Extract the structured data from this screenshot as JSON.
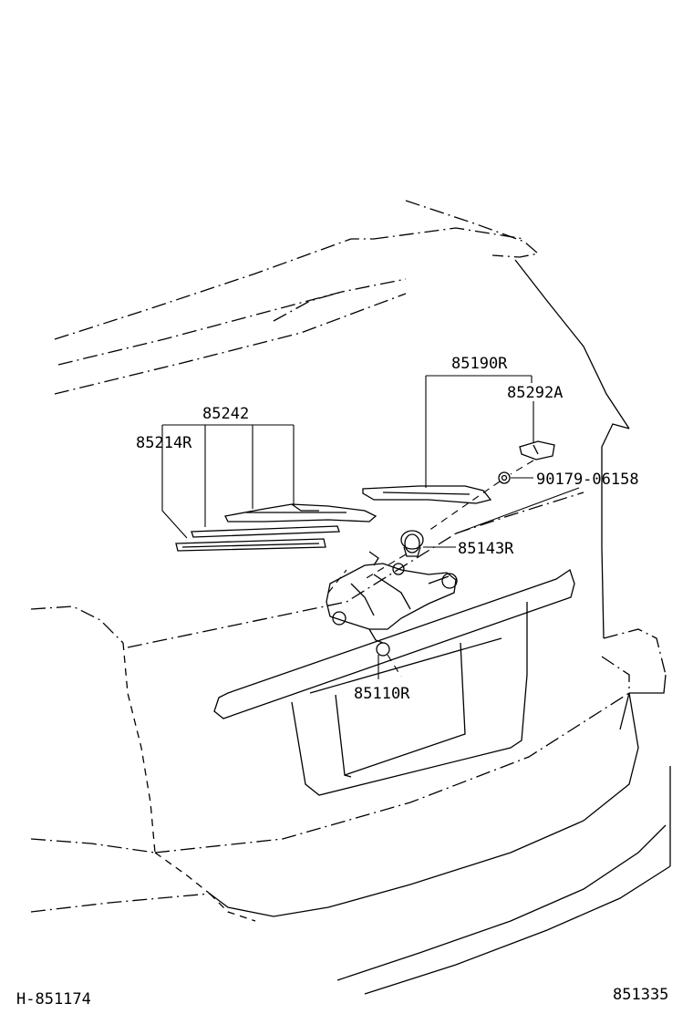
{
  "labels": {
    "p85190R": "85190R",
    "p85292A": "85292A",
    "p85242": "85242",
    "p85214R": "85214R",
    "p90179": "90179-06158",
    "p85143R": "85143R",
    "p85110R": "85110R"
  },
  "footer": {
    "left_code": "H-851174",
    "right_code": "851335"
  }
}
